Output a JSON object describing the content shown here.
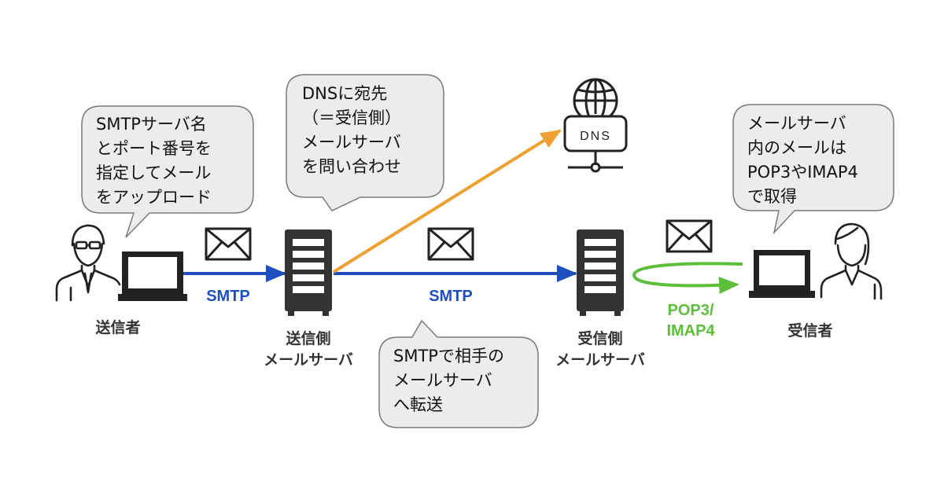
{
  "bubbles": {
    "sender_note": [
      "SMTPサーバ名",
      "とポート番号を",
      "指定してメール",
      "をアップロード"
    ],
    "dns_note": [
      "DNSに宛先",
      "（＝受信側）",
      "メールサーバ",
      "を問い合わせ"
    ],
    "transfer_note": [
      "SMTPで相手の",
      "メールサーバ",
      "へ転送"
    ],
    "receiver_note": [
      "メールサーバ",
      "内のメールは",
      "POP3やIMAP4",
      "で取得"
    ]
  },
  "labels": {
    "sender": "送信者",
    "sending_server": [
      "送信側",
      "メールサーバ"
    ],
    "receiving_server": [
      "受信側",
      "メールサーバ"
    ],
    "receiver": "受信者",
    "dns": "DNS"
  },
  "protocols": {
    "smtp_upload": "SMTP",
    "smtp_transfer": "SMTP",
    "pop_imap": [
      "POP3/",
      "IMAP4"
    ]
  },
  "colors": {
    "smtp": "#1f4fbf",
    "dns_query": "#f0a030",
    "retrieve": "#5cbf3a",
    "bubble_fill": "#ececec",
    "bubble_stroke": "#7a7a7a",
    "icon": "#222222"
  }
}
